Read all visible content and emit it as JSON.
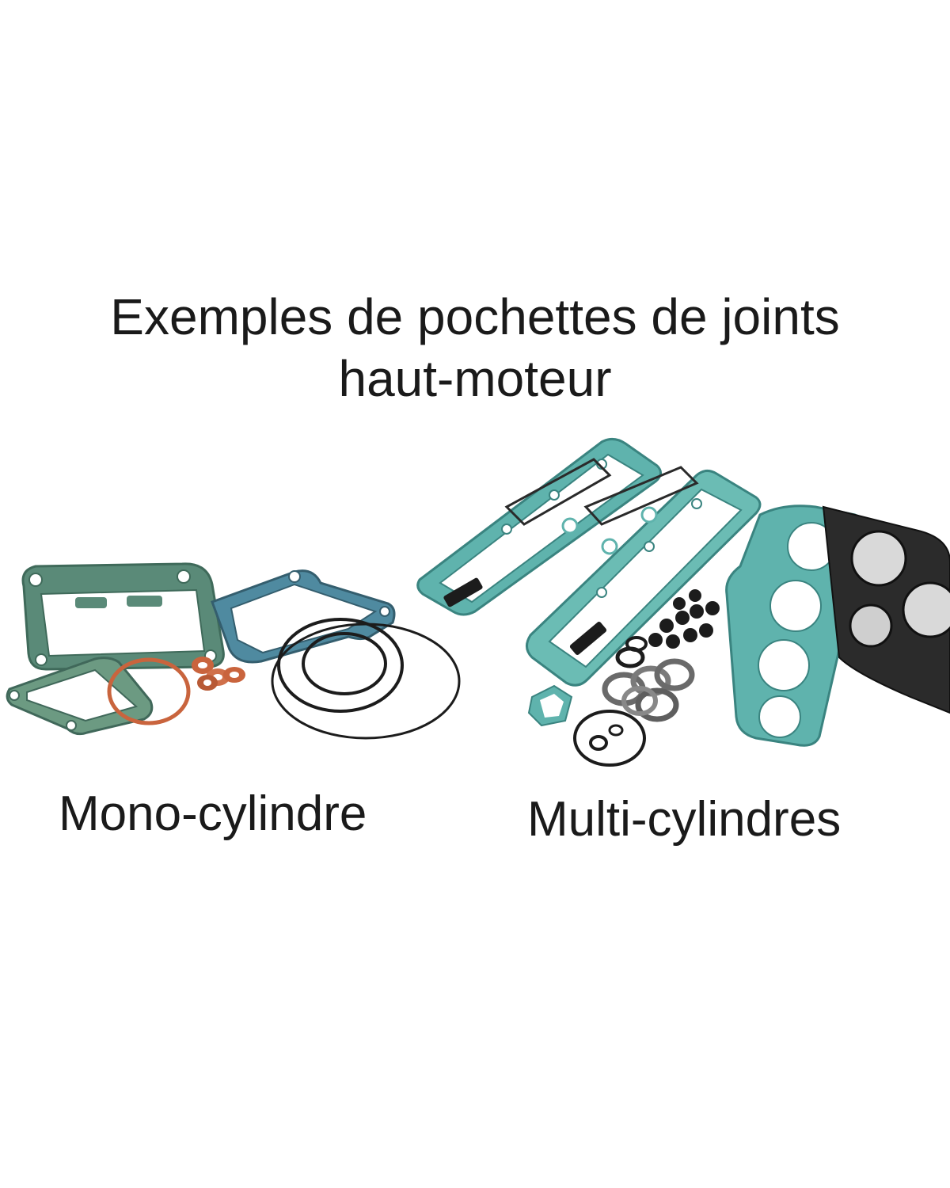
{
  "heading": {
    "line1": "Exemples de pochettes de joints",
    "line2": "haut-moteur"
  },
  "captions": {
    "mono": "Mono-cylindre",
    "multi": "Multi-cylindres"
  },
  "colors": {
    "background": "#ffffff",
    "text": "#1a1a1a",
    "gasket_green": "#5a8a78",
    "gasket_teal": "#5fb3ad",
    "gasket_copper": "#c9643d",
    "gasket_black": "#1c1c1c"
  }
}
